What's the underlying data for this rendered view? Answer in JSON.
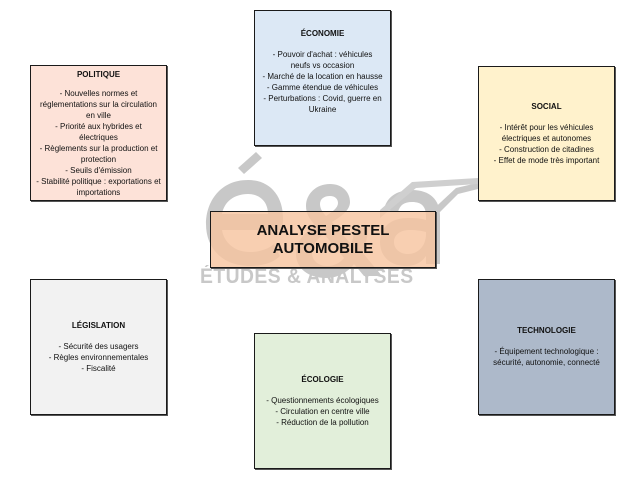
{
  "diagram": {
    "title_line1": "ANALYSE PESTEL",
    "title_line2": "AUTOMOBILE",
    "title_color": "#f7c8a6",
    "watermark": {
      "logo": "é&a",
      "text": "ÉTUDES & ANALYSES",
      "color": "#c8c8c8"
    },
    "boxes": {
      "politique": {
        "title": "POLITIQUE",
        "color": "#fde2d8",
        "lines": [
          "- Nouvelles normes et réglementations sur la circulation en ville",
          "- Priorité aux hybrides et électriques",
          "- Règlements sur la production et protection",
          "- Seuils d'émission",
          "- Stabilité politique : exportations et importations"
        ]
      },
      "economie": {
        "title": "ÉCONOMIE",
        "color": "#dce8f5",
        "lines": [
          "- Pouvoir d'achat : véhicules neufs vs occasion",
          "- Marché de la location en hausse",
          "- Gamme étendue de véhicules",
          "- Perturbations : Covid, guerre en Ukraine"
        ]
      },
      "social": {
        "title": "SOCIAL",
        "color": "#fff2cc",
        "lines": [
          "- Intérêt pour les véhicules électriques et autonomes",
          "- Construction de citadines",
          "- Effet de mode très important"
        ]
      },
      "legislation": {
        "title": "LÉGISLATION",
        "color": "#f2f2f2",
        "lines": [
          "- Sécurité des usagers",
          "- Règles environnementales",
          "- Fiscalité"
        ]
      },
      "ecologie": {
        "title": "ÉCOLOGIE",
        "color": "#e2efda",
        "lines": [
          "- Questionnements écologiques",
          "- Circulation en centre ville",
          "- Réduction de la pollution"
        ]
      },
      "technologie": {
        "title": "TECHNOLOGIE",
        "color": "#adb9ca",
        "lines": [
          "- Équipement technologique : sécurité, autonomie, connecté"
        ]
      }
    }
  }
}
